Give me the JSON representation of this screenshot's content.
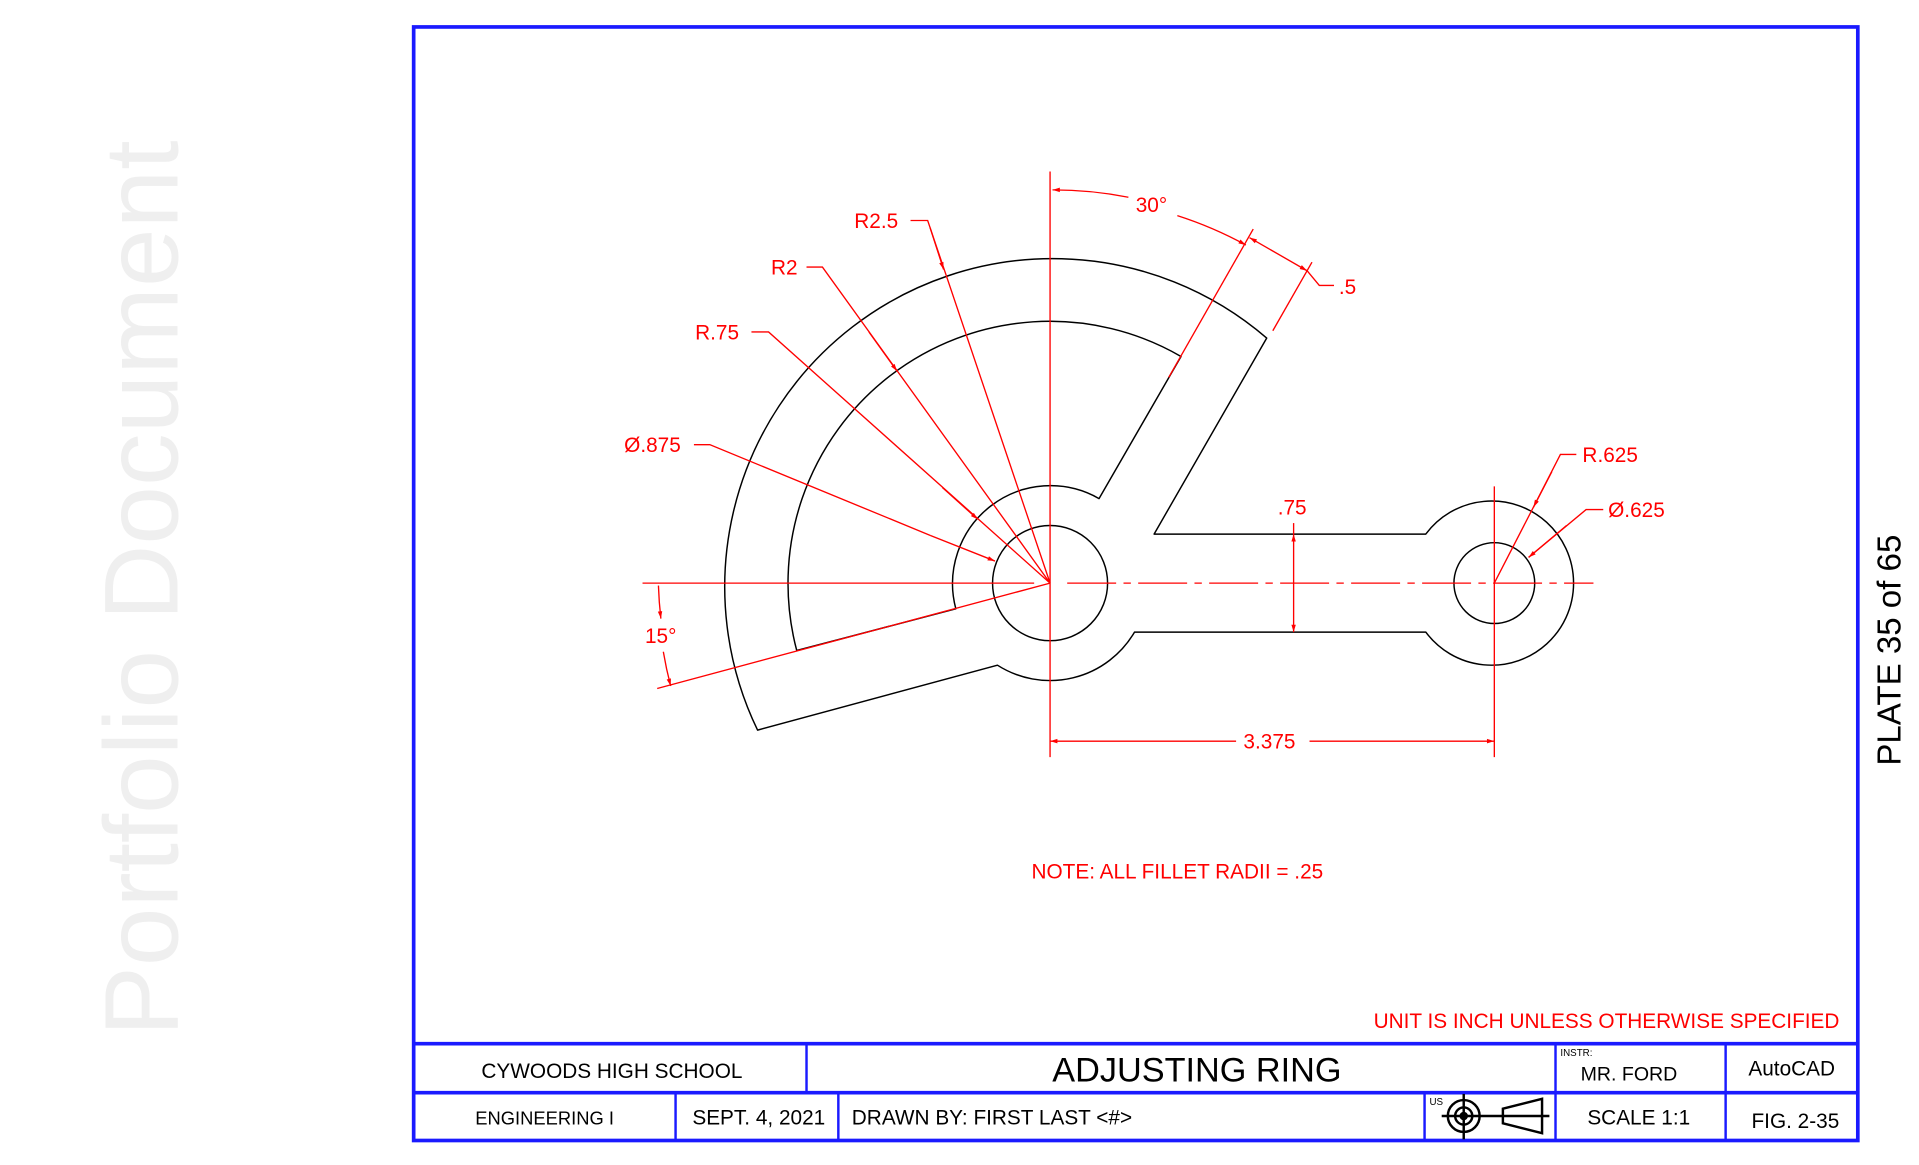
{
  "watermark": "Portfolio Document",
  "plate": "PLATE 35 of 65",
  "colors": {
    "border": "#1a1aff",
    "dimension": "#ff0000",
    "object": "#000000",
    "watermark": "#f0f0f0"
  },
  "dimensions": {
    "angle_top": "30°",
    "offset": ".5",
    "r_outer": "R2.5",
    "r_inner": "R2",
    "r_boss": "R.75",
    "dia_center": "Ø.875",
    "angle_bottom": "15°",
    "slot_width": ".75",
    "center_distance": "3.375",
    "r_end": "R.625",
    "dia_end": "Ø.625"
  },
  "note": "NOTE:  ALL FILLET RADII = .25",
  "units_note": "UNIT IS INCH UNLESS OTHERWISE SPECIFIED",
  "title_block": {
    "school": "CYWOODS HIGH SCHOOL",
    "title": "ADJUSTING RING",
    "instr_label": "INSTR:",
    "instructor": "MR. FORD",
    "software": "AutoCAD",
    "course": "ENGINEERING I",
    "date": "SEPT. 4, 2021",
    "drawn_by": "DRAWN BY:  FIRST LAST <#>",
    "projection_label": "US",
    "scale": "SCALE 1:1",
    "figure": "FIG. 2-35"
  }
}
